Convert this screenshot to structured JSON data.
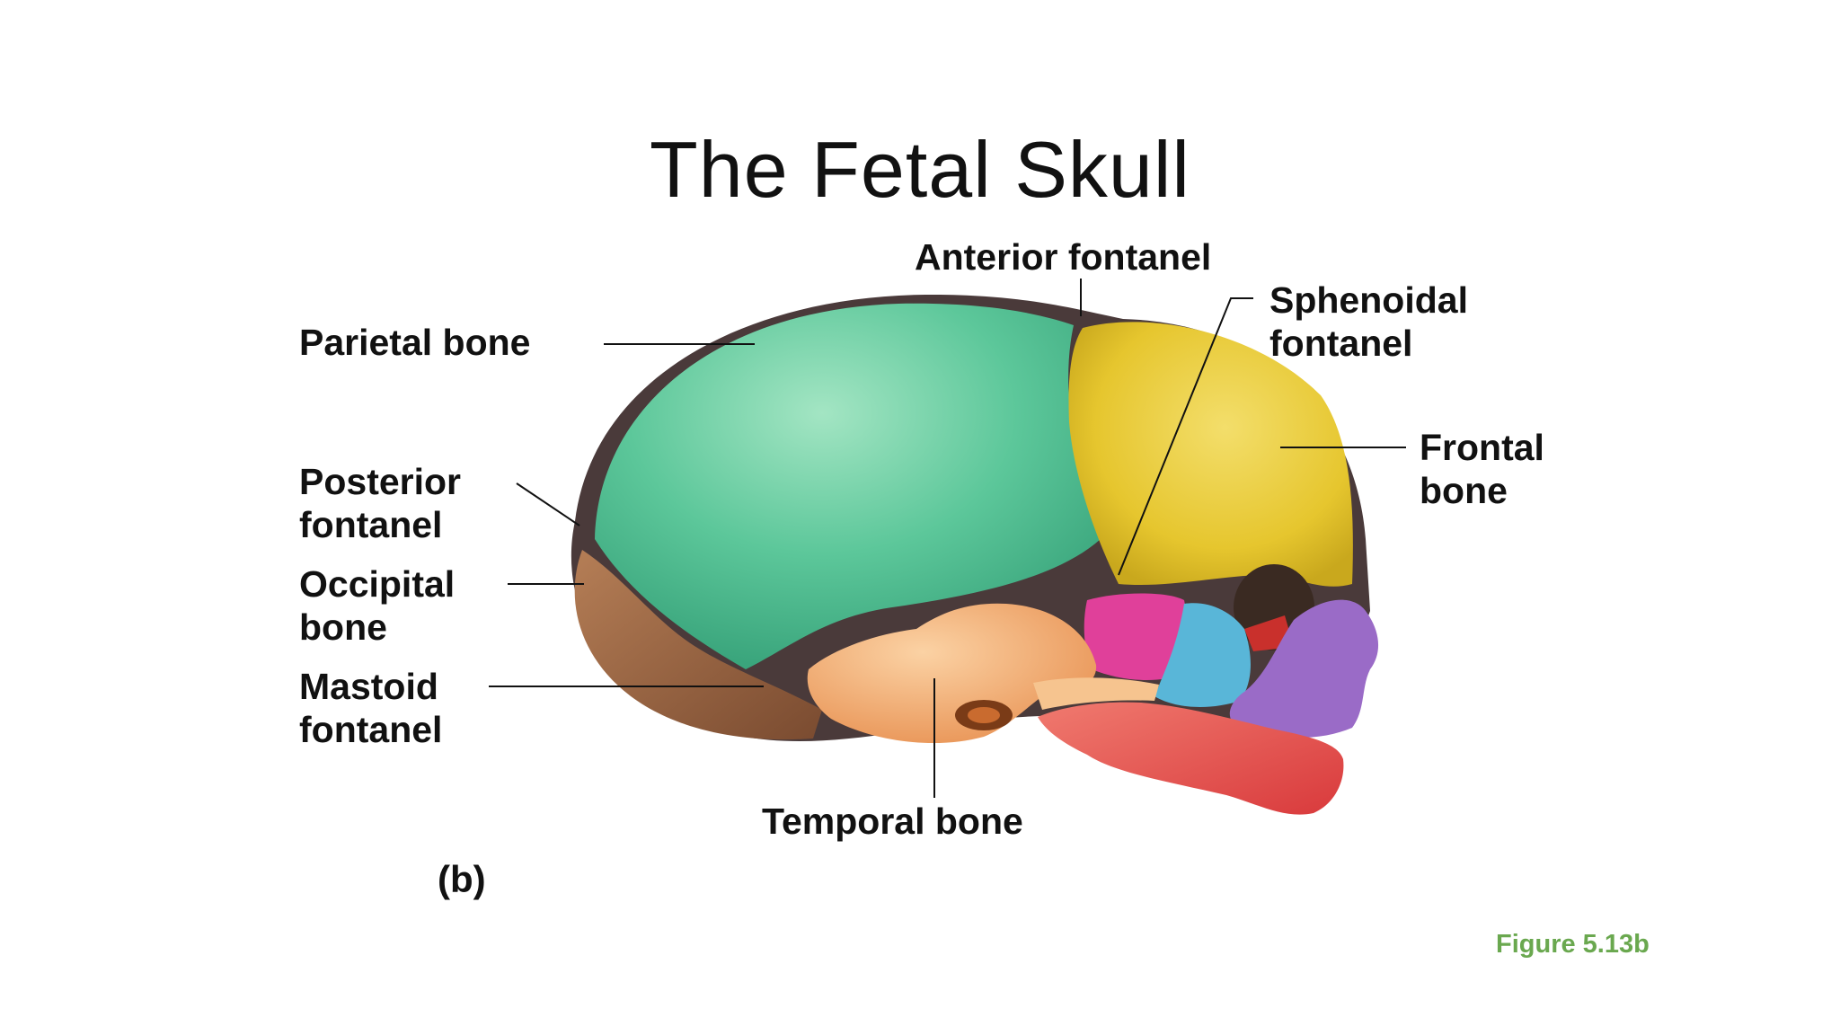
{
  "title": "The Fetal Skull",
  "labels": {
    "anterior_fontanel": "Anterior fontanel",
    "sphenoidal_fontanel": [
      "Sphenoidal",
      "fontanel"
    ],
    "parietal_bone": "Parietal bone",
    "frontal_bone": [
      "Frontal",
      "bone"
    ],
    "posterior_fontanel": [
      "Posterior",
      "fontanel"
    ],
    "occipital_bone": [
      "Occipital",
      "bone"
    ],
    "mastoid_fontanel": [
      "Mastoid",
      "fontanel"
    ],
    "temporal_bone": "Temporal bone"
  },
  "panel_letter": "(b)",
  "figure_ref": "Figure 5.13b",
  "colors": {
    "parietal": "#5cc79a",
    "frontal": "#e6c62e",
    "occipital": "#9a6541",
    "temporal": "#f0ad6e",
    "sphenoid": "#e0409a",
    "zygomatic": "#59b6d8",
    "maxilla": "#9a6bc7",
    "mandible": "#e8504f",
    "fontanel": "#4a3a3a",
    "figure_ref": "#6aa84f"
  }
}
